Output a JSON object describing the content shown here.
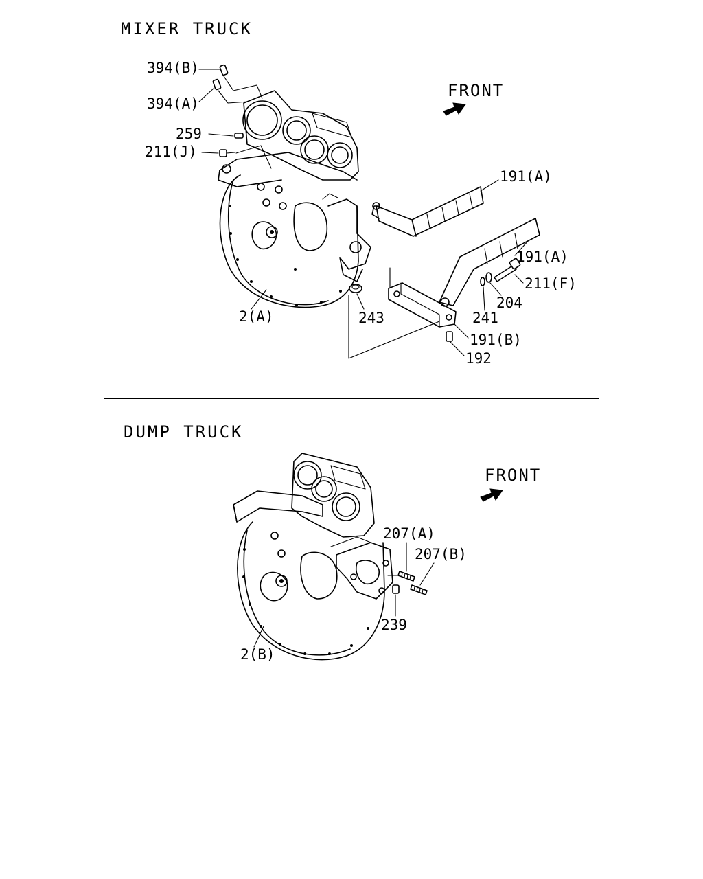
{
  "mixer": {
    "title": "MIXER TRUCK",
    "front": "FRONT",
    "callouts": {
      "c394b": "394(B)",
      "c394a": "394(A)",
      "c259": "259",
      "c211j": "211(J)",
      "c191a_top": "191(A)",
      "c191a_side": "191(A)",
      "c211f": "211(F)",
      "c204": "204",
      "c241": "241",
      "c191b": "191(B)",
      "c192": "192",
      "c243": "243",
      "c2a": "2(A)"
    }
  },
  "dump": {
    "title": "DUMP TRUCK",
    "front": "FRONT",
    "callouts": {
      "c207a": "207(A)",
      "c207b": "207(B)",
      "c239": "239",
      "c2b": "2(B)"
    }
  }
}
